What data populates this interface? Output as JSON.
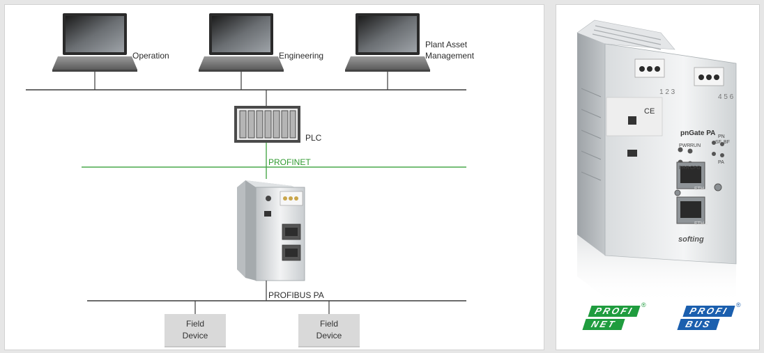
{
  "diagram": {
    "laptops": [
      {
        "label": "Operation"
      },
      {
        "label": "Engineering"
      },
      {
        "label_line1": "Plant Asset",
        "label_line2": "Management"
      }
    ],
    "plc_label": "PLC",
    "profinet_label": "PROFINET",
    "profibus_label": "PROFIBUS PA",
    "field_devices": [
      {
        "line1": "Field",
        "line2": "Device"
      },
      {
        "line1": "Field",
        "line2": "Device"
      }
    ],
    "colors": {
      "profinet_line": "#49a84a",
      "bus_line": "#3a3a3a",
      "field_box": "#d9d9d9"
    }
  },
  "product": {
    "device_labels": {
      "brand": "softing",
      "model": "pnGate PA",
      "pwr": "PWR",
      "run": "RUN",
      "err": "ERR",
      "cfg": "CFG",
      "pn": "PN",
      "pa": "PA",
      "sf": "SF",
      "bf": "BF",
      "eth1": "ETH 1",
      "eth2": "ETH 2",
      "ce": "CE",
      "terminals_left": "1 2 3",
      "terminals_right": "4 5 6"
    },
    "logos": {
      "profinet_top": "PROFI",
      "profinet_bottom": "NET",
      "profibus_top": "PROFI",
      "profibus_bottom": "BUS",
      "registered": "®",
      "profinet_color": "#1f9c3e",
      "profibus_color": "#1b5fae"
    }
  }
}
